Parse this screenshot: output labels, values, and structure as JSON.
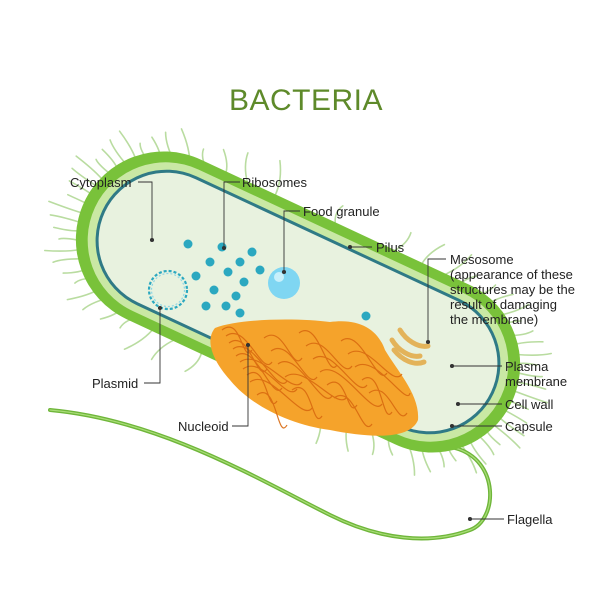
{
  "title": "BACTERIA",
  "labels": {
    "cytoplasm": "Cytoplasm",
    "ribosomes": "Ribosomes",
    "food_granule": "Food granule",
    "pilus": "Pilus",
    "mesosome": [
      "Mesosome",
      "(appearance of these",
      "structures may be the",
      "result of damaging",
      "the membrane)"
    ],
    "plasma_membrane": [
      "Plasma",
      "membrane"
    ],
    "cell_wall": "Cell wall",
    "capsule": "Capsule",
    "plasmid": "Plasmid",
    "nucleoid": "Nucleoid",
    "flagella": "Flagella"
  },
  "colors": {
    "capsule": "#79c23a",
    "cell_wall": "#c9e8a4",
    "plasma_membrane": "#2f7a86",
    "cytoplasm": "#e8f2df",
    "nucleoid_fill": "#f5a32b",
    "nucleoid_strand": "#d96a10",
    "ribosome": "#2ba8c0",
    "food_granule": "#7fd6f2",
    "mesosome": "#e3b35a",
    "pilus": "#b9dca0",
    "flagella": "#6fb63a",
    "title": "#5e8a2a"
  }
}
